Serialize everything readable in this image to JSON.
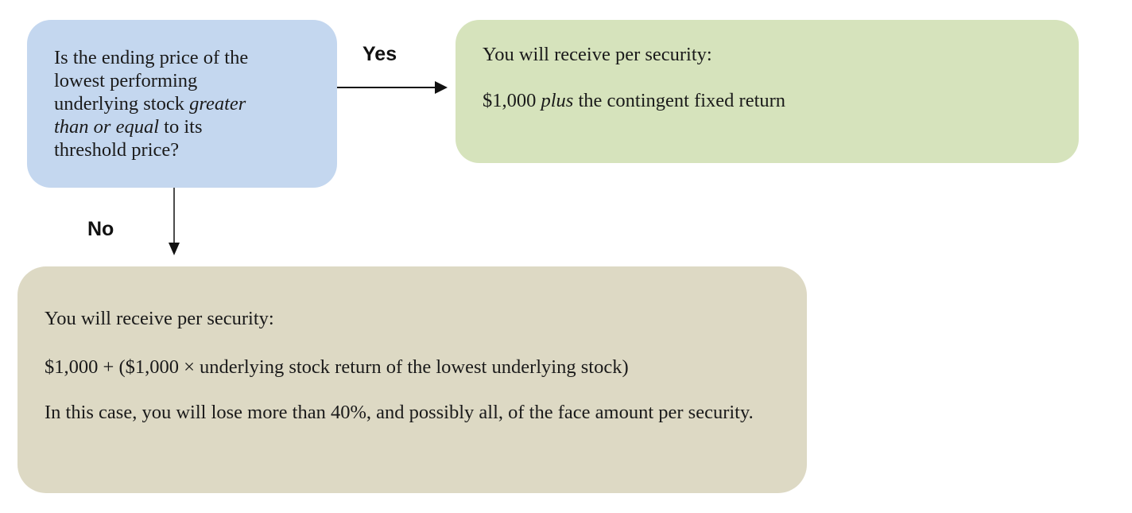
{
  "question": {
    "line1": "Is the ending price of the",
    "line2": "lowest performing",
    "line3_pre": "underlying stock ",
    "line3_em": "greater",
    "line4_em": "than or equal",
    "line4_post": " to its",
    "line5": "threshold price?"
  },
  "edges": {
    "yes_label": "Yes",
    "no_label": "No"
  },
  "yes_outcome": {
    "heading": "You will receive per security:",
    "amount_pre": "$1,000 ",
    "amount_em": "plus",
    "amount_post": " the contingent fixed return"
  },
  "no_outcome": {
    "heading": "You will receive per security:",
    "formula": "$1,000 + ($1,000 × underlying stock return of the lowest underlying stock)",
    "warning": "In this case, you will lose more than 40%, and possibly all, of the face amount per security."
  },
  "colors": {
    "question_fill": "#c4d7ef",
    "yes_fill": "#d6e3bc",
    "no_fill": "#ddd9c4",
    "arrow": "#111111"
  }
}
